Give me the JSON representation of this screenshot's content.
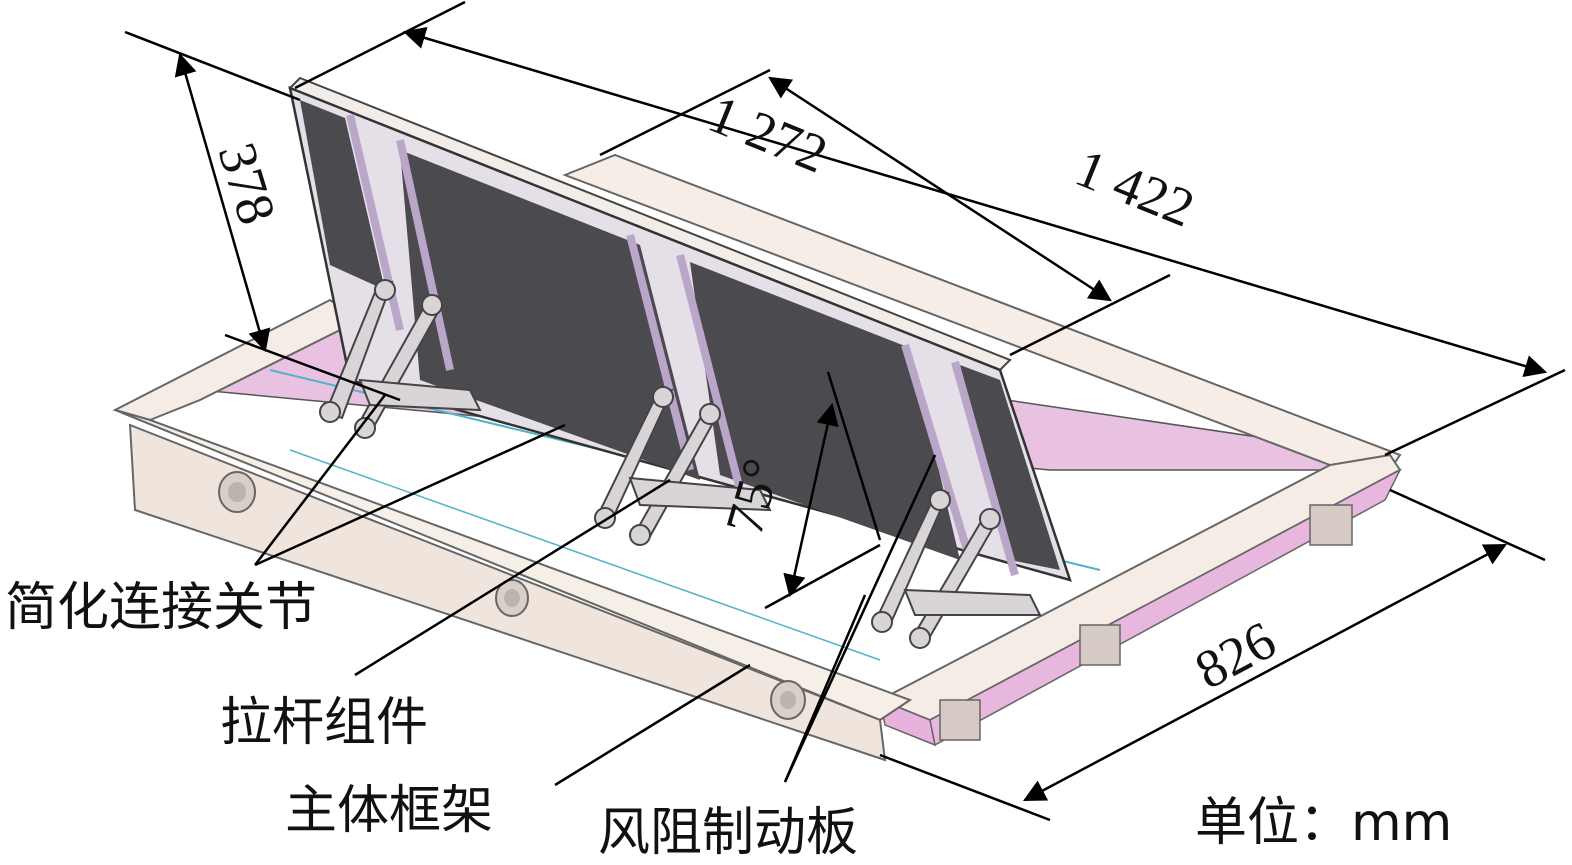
{
  "dimensions": {
    "height_378": "378",
    "length_1272": "1 272",
    "length_1422": "1 422",
    "width_826": "826",
    "angle_75": "75°"
  },
  "labels": {
    "joint": "简化连接关节",
    "rod": "拉杆组件",
    "frame": "主体框架",
    "plate": "风阻制动板",
    "unit": "单位：mm"
  },
  "colors": {
    "plate_face": "#4b4b4f",
    "frame": "#f3ece4",
    "frame_inner": "#e6b6dc",
    "cyan_line": "#4fb3c9"
  }
}
